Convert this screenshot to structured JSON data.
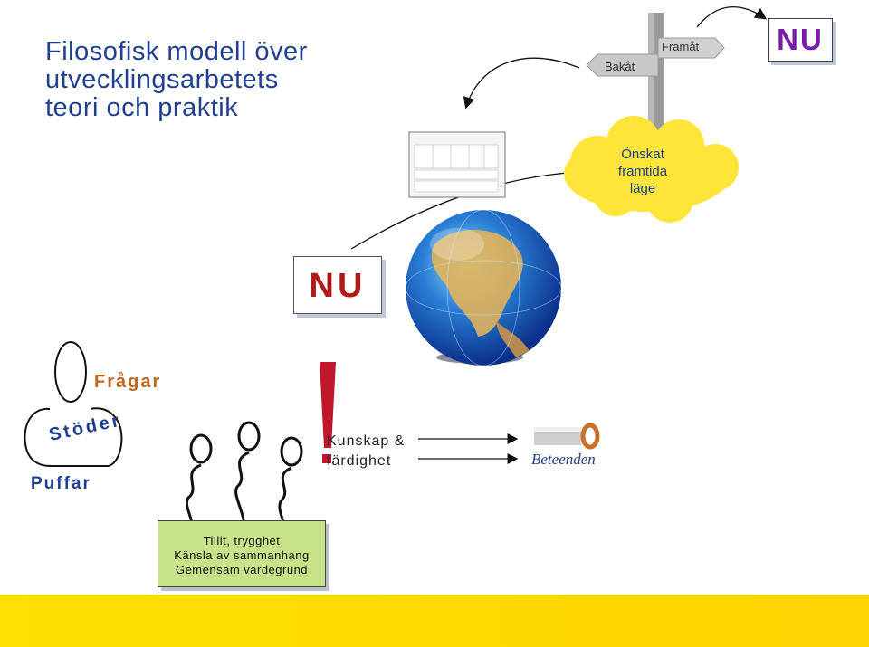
{
  "title": {
    "line1": "Filosofisk modell över",
    "line2": "utvecklingsarbetets",
    "line3": "teori och praktik"
  },
  "signpost": {
    "back_label": "Bakåt",
    "forward_label": "Framåt"
  },
  "nu_top": "NU",
  "nu_middle": "NU",
  "cloud": {
    "line1": "Önskat",
    "line2": "framtida",
    "line3": "läge"
  },
  "person": {
    "fragar": "Frågar",
    "stoder": "Stöder",
    "puffar": "Puffar"
  },
  "knowledge": {
    "line1": "Kunskap &",
    "line2": "färdighet"
  },
  "behavior": "Beteenden",
  "foundation": {
    "line1": "Tillit, trygghet",
    "line2": "Känsla av sammanhang",
    "line3": "Gemensam värdegrund"
  },
  "colors": {
    "title": "#1f3f8f",
    "nu_top": "#7a1aa8",
    "nu_middle": "#b21818",
    "cloud": "#ffe53a",
    "foundation": "#c8e28a",
    "bottom_bar": "#fde100",
    "fragar": "#c0661a"
  }
}
